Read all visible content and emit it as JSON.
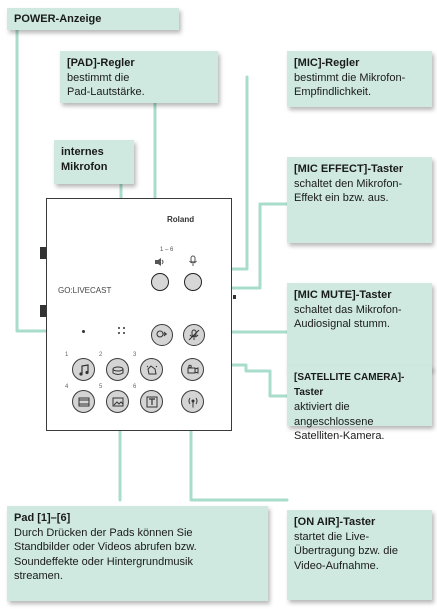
{
  "callouts": {
    "power": {
      "title": "POWER-Anzeige"
    },
    "pad_knob": {
      "title": "[PAD]-Regler",
      "desc": "bestimmt die Pad-Lautstärke."
    },
    "mic_knob": {
      "title": "[MIC]-Regler",
      "desc": "bestimmt die Mikrofon-Empfindlichkeit."
    },
    "internal_mic": {
      "title": "internes Mikrofon"
    },
    "mic_effect": {
      "title": "[MIC EFFECT]-Taster",
      "desc": "schaltet den Mikrofon-Effekt ein bzw. aus."
    },
    "mic_mute": {
      "title": "[MIC MUTE]-Taster",
      "desc": "schaltet das Mikrofon-Audiosignal stumm."
    },
    "satellite_camera": {
      "title": "[SATELLITE CAMERA]-Taster",
      "desc": "aktiviert die angeschlossene Satelliten-Kamera."
    },
    "pads": {
      "title": "Pad [1]–[6]",
      "desc": "Durch Drücken der Pads können Sie Standbilder oder Videos abrufen bzw. Soundeffekte oder Hintergrundmusik streamen."
    },
    "on_air": {
      "title": "[ON AIR]-Taster",
      "desc": "startet die Live-Übertragung bzw. die Video-Aufnahme."
    }
  },
  "device": {
    "brand_label": "GO:LIVECAST",
    "logo_label": "Roland",
    "knob_scale": "1 – 6",
    "pad_numbers": [
      "1",
      "2",
      "3",
      "4",
      "5",
      "6"
    ]
  },
  "colors": {
    "callout_fill": "#cfe9e1",
    "leader_line": "#a8dccd",
    "device_outline": "#3a3a3a",
    "button_fill": "#d4d4d4"
  }
}
